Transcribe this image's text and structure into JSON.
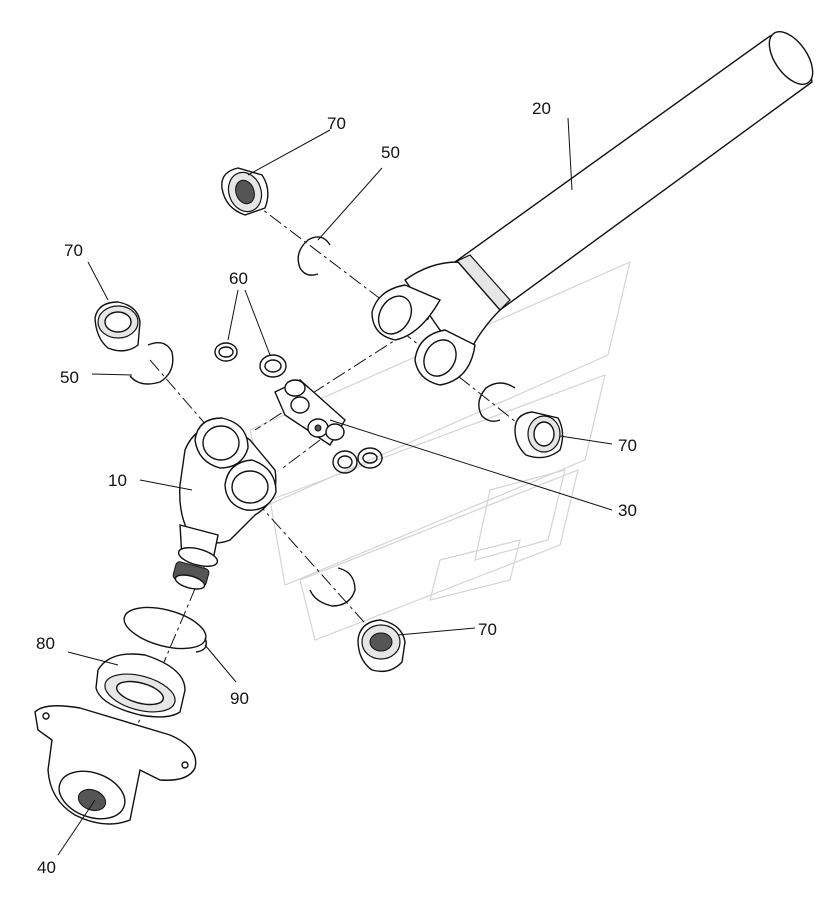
{
  "diagram": {
    "callouts": {
      "c10": "10",
      "c20": "20",
      "c30": "30",
      "c40": "40",
      "c50_top": "50",
      "c50_left": "50",
      "c60": "60",
      "c70_top": "70",
      "c70_left": "70",
      "c70_right": "70",
      "c70_bottom": "70",
      "c80": "80",
      "c90": "90"
    }
  }
}
